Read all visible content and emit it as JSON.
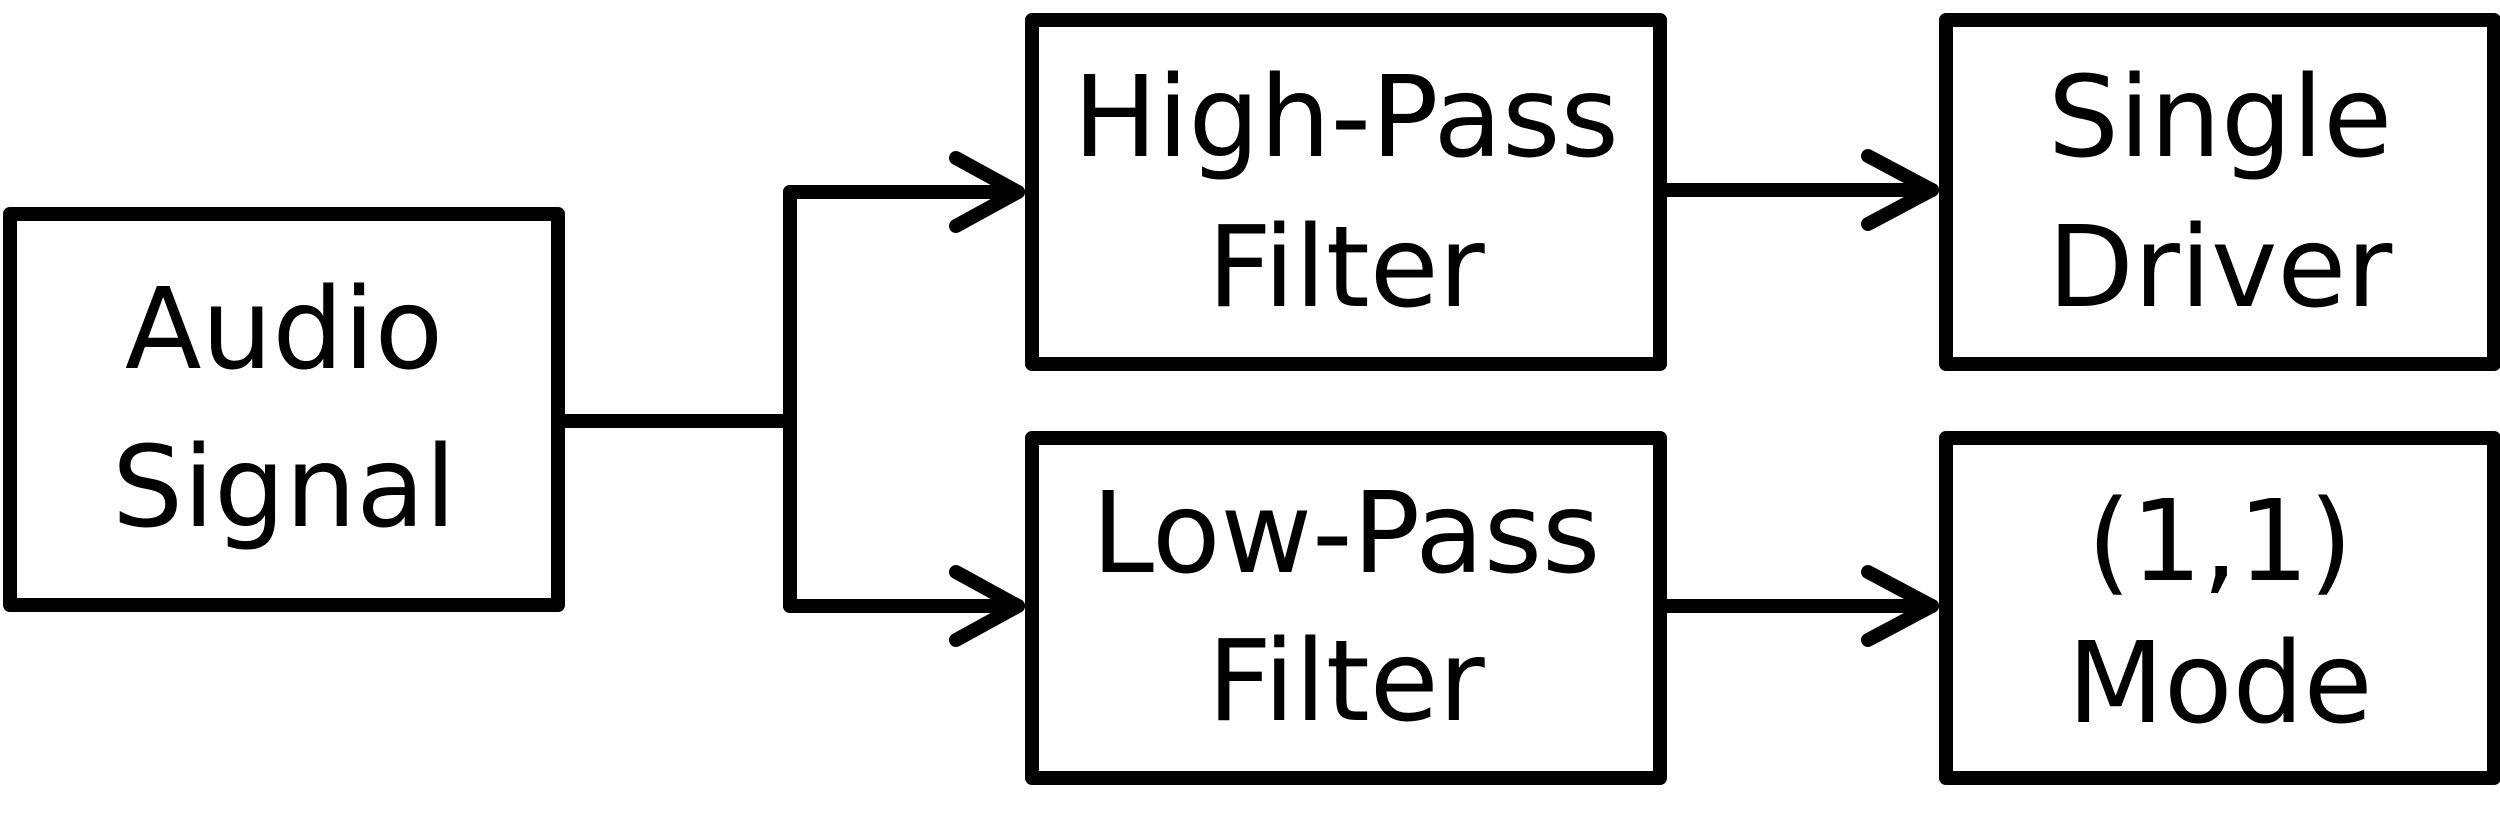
{
  "diagram": {
    "nodes": {
      "audio_signal": {
        "line1": "Audio",
        "line2": "Signal"
      },
      "high_pass_filter": {
        "line1": "High-Pass",
        "line2": "Filter"
      },
      "low_pass_filter": {
        "line1": "Low-Pass",
        "line2": "Filter"
      },
      "single_driver": {
        "line1": "Single",
        "line2": "Driver"
      },
      "mode_1_1": {
        "line1": "(1,1)",
        "line2": "Mode"
      }
    },
    "edges": [
      {
        "from": "audio_signal",
        "to": "high_pass_filter"
      },
      {
        "from": "audio_signal",
        "to": "low_pass_filter"
      },
      {
        "from": "high_pass_filter",
        "to": "single_driver"
      },
      {
        "from": "low_pass_filter",
        "to": "mode_1_1"
      }
    ],
    "colors": {
      "stroke": "#000000",
      "fill": "#ffffff",
      "text": "#000000"
    }
  }
}
